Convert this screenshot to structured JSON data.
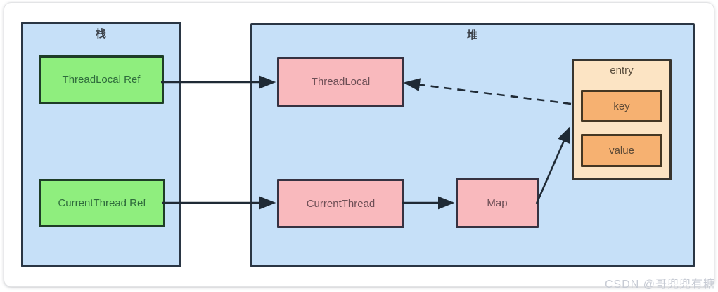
{
  "diagram": {
    "stack": {
      "label": "栈",
      "nodes": [
        {
          "id": "threadlocal-ref",
          "label": "ThreadLocal Ref"
        },
        {
          "id": "currentthread-ref",
          "label": "CurrentThread Ref"
        }
      ]
    },
    "heap": {
      "label": "堆",
      "nodes": [
        {
          "id": "threadlocal",
          "label": "ThreadLocal"
        },
        {
          "id": "currentthread",
          "label": "CurrentThread"
        },
        {
          "id": "map",
          "label": "Map"
        }
      ],
      "entry": {
        "label": "entry",
        "key_label": "key",
        "value_label": "value"
      }
    },
    "edges": [
      {
        "from": "threadlocal-ref",
        "to": "threadlocal",
        "style": "solid"
      },
      {
        "from": "currentthread-ref",
        "to": "currentthread",
        "style": "solid"
      },
      {
        "from": "currentthread",
        "to": "map",
        "style": "solid"
      },
      {
        "from": "map",
        "to": "entry",
        "style": "solid"
      },
      {
        "from": "entry-key",
        "to": "threadlocal",
        "style": "dashed"
      }
    ],
    "colors": {
      "region_fill": "#c6e0f8",
      "region_border": "#2a3644",
      "stack_node_fill": "#8fee7e",
      "heap_node_fill": "#f9b9bd",
      "entry_fill": "#fce4c4",
      "entry_inner_fill": "#f6b171",
      "arrow": "#1f2a35"
    }
  },
  "watermark": "CSDN @哥兜兜有糖"
}
